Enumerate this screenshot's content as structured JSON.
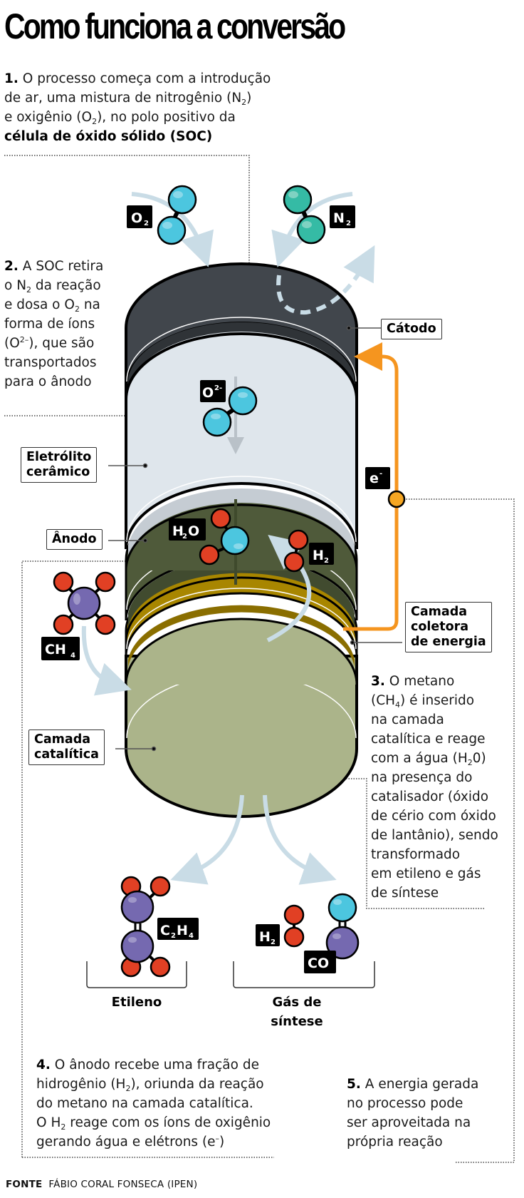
{
  "title": "Como funciona a conversão",
  "steps": {
    "step1": {
      "number": "1.",
      "lines": [
        "O processo começa com a introdução",
        "de ar,  uma mistura de nitrogênio (N",
        "2",
        ")",
        "e oxigênio (O",
        "2",
        "), no polo positivo da"
      ],
      "bold_line": "célula de óxido sólido (SOC)"
    },
    "step2": {
      "number": "2.",
      "l1": "A SOC retira",
      "l2a": "o N",
      "l2sub": "2",
      "l2b": " da reação",
      "l3a": "e dosa o O",
      "l3sub": "2",
      "l3b": " na",
      "l4": "forma de íons",
      "l5a": "(O",
      "l5sup": "2–",
      "l5b": "), que são",
      "l6": "transportados",
      "l7": "para o ânodo"
    },
    "step3": {
      "number": "3.",
      "l1": "O metano",
      "l2a": "(CH",
      "l2sub": "4",
      "l2b": ") é inserido",
      "l3": "na camada",
      "l4": "catalítica e reage",
      "l5a": "com a água (H",
      "l5sub": "2",
      "l5b": "0)",
      "l6": "na presença do",
      "l7": "catalisador (óxido",
      "l8": "de cério com óxido",
      "l9": "de lantânio), sendo",
      "l10": "transformado",
      "l11": "em etileno e gás",
      "l12": "de síntese"
    },
    "step4": {
      "number": "4.",
      "l1": "O ânodo recebe uma fração de",
      "l2a": "hidrogênio (H",
      "l2sub": "2",
      "l2b": "), oriunda da reação",
      "l3": "do metano na camada catalítica.",
      "l4a": "O H",
      "l4sub": "2",
      "l4b": " reage com os íons de oxigênio",
      "l5a": "gerando água e elétrons (e",
      "l5sup": "–",
      "l5b": ")"
    },
    "step5": {
      "number": "5.",
      "l1": "A energia gerada",
      "l2": "no processo pode",
      "l3": "ser aproveitada na",
      "l4": "própria reação"
    }
  },
  "layer_labels": {
    "catodo": "Cátodo",
    "eletrolito_1": "Eletrólito",
    "eletrolito_2": "cerâmico",
    "anodo": "Ânodo",
    "coletora_1": "Camada",
    "coletora_2": "coletora",
    "coletora_3": "de energia",
    "catalitica_1": "Camada",
    "catalitica_2": "catalítica"
  },
  "molecules": {
    "o2": {
      "main": "O",
      "sub": "2"
    },
    "n2": {
      "main": "N",
      "sub": "2"
    },
    "o2_ion": {
      "main": "O",
      "sup": "2-"
    },
    "h2o": {
      "a": "H",
      "sub": "2",
      "b": "O"
    },
    "h2_anode": {
      "main": "H",
      "sub": "2"
    },
    "electron": {
      "main": "e",
      "sup": "-"
    },
    "ch4": {
      "main": "CH",
      "sub": "4"
    },
    "c2h4": {
      "a": "C",
      "sub1": "2",
      "b": "H",
      "sub2": "4"
    },
    "h2_syngas": {
      "main": "H",
      "sub": "2"
    },
    "co": {
      "main": "CO"
    }
  },
  "products": {
    "etileno": "Etileno",
    "gas_1": "Gás de",
    "gas_2": "síntese"
  },
  "source": {
    "label": "FONTE",
    "text": "FÁBIO CORAL FONSECA (IPEN)"
  },
  "colors": {
    "catodo": "#41464c",
    "catodo_dark": "#2f3337",
    "eletrolito": "#dfe6ec",
    "eletrolito_dark": "#c5ccd3",
    "anodo": "#4f5a3a",
    "anodo_dark": "#414b2f",
    "coletora": "#a88600",
    "coletora_dark": "#8a6e00",
    "catalitica": "#abb48a",
    "oxygen_blue": "#4cc6df",
    "nitrogen_teal": "#35bba5",
    "hydrogen_red": "#e14024",
    "carbon_purple": "#7569b0",
    "electron_orange": "#f5951f",
    "flow_arrow": "#c9dce6"
  }
}
